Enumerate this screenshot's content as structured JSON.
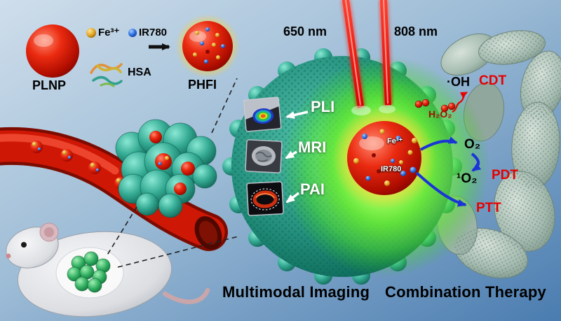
{
  "fig": {
    "synthesis": {
      "plnp": "PLNP",
      "fe": "Fe³⁺",
      "ir780": "IR780",
      "hsa": "HSA",
      "phfi": "PHFI"
    },
    "lasers": {
      "left": "650 nm",
      "right": "808 nm"
    },
    "imaging": {
      "pli": "PLI",
      "mri": "MRI",
      "pai": "PAI",
      "caption": "Multimodal Imaging"
    },
    "core": {
      "fe": "Fe³⁺",
      "ir780": "IR780"
    },
    "therapy": {
      "oh": "·OH",
      "cdt": "CDT",
      "h2o2": "H₂O₂",
      "o2": "O₂",
      "singlet_o2": "¹O₂",
      "pdt": "PDT",
      "ptt": "PTT",
      "caption": "Combination Therapy"
    },
    "icons": {
      "fe_dot": "gold-sphere-icon",
      "ir780_dot": "blue-sphere-icon",
      "hsa_ribbon": "protein-ribbon-icon"
    },
    "colors": {
      "accent_red": "#e60000",
      "teal": "#269380",
      "glow_green": "#55e826",
      "gold": "#e2a221",
      "ir780_blue": "#2e6fe0",
      "background_top": "#cfdeeb",
      "background_bottom": "#4a7cb0"
    }
  }
}
